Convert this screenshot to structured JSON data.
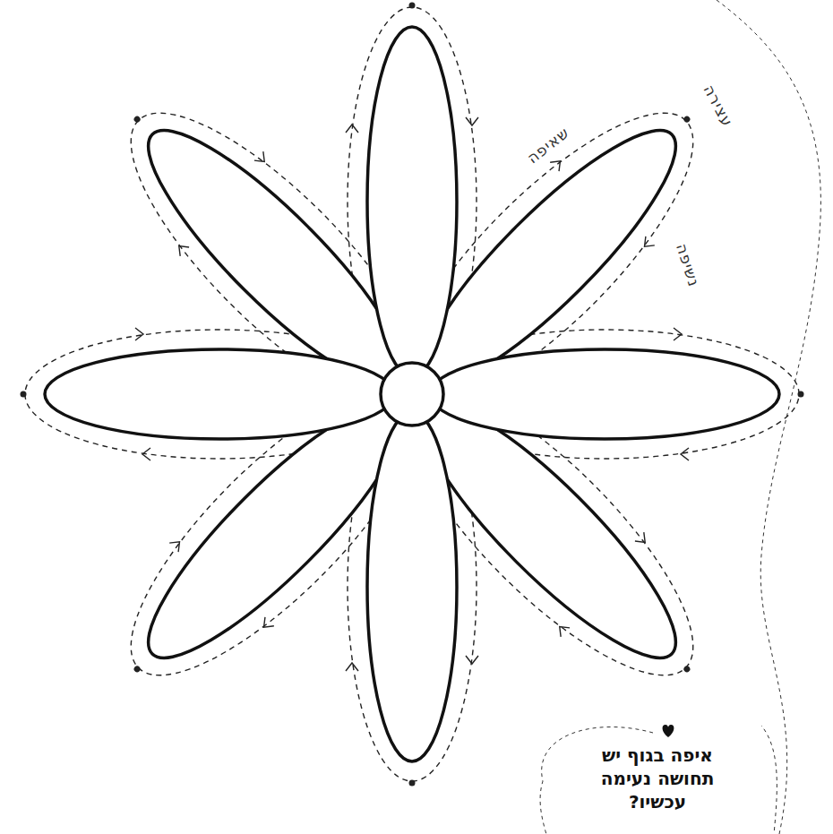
{
  "diagram": {
    "nodes": [
      {
        "text": [
          "איפה בגוף יש תחושה נעימה עכשיו?"
        ]
      }
    ],
    "labels": [
      "עצירה",
      "שאיפה",
      "נשיפה"
    ]
  }
}
